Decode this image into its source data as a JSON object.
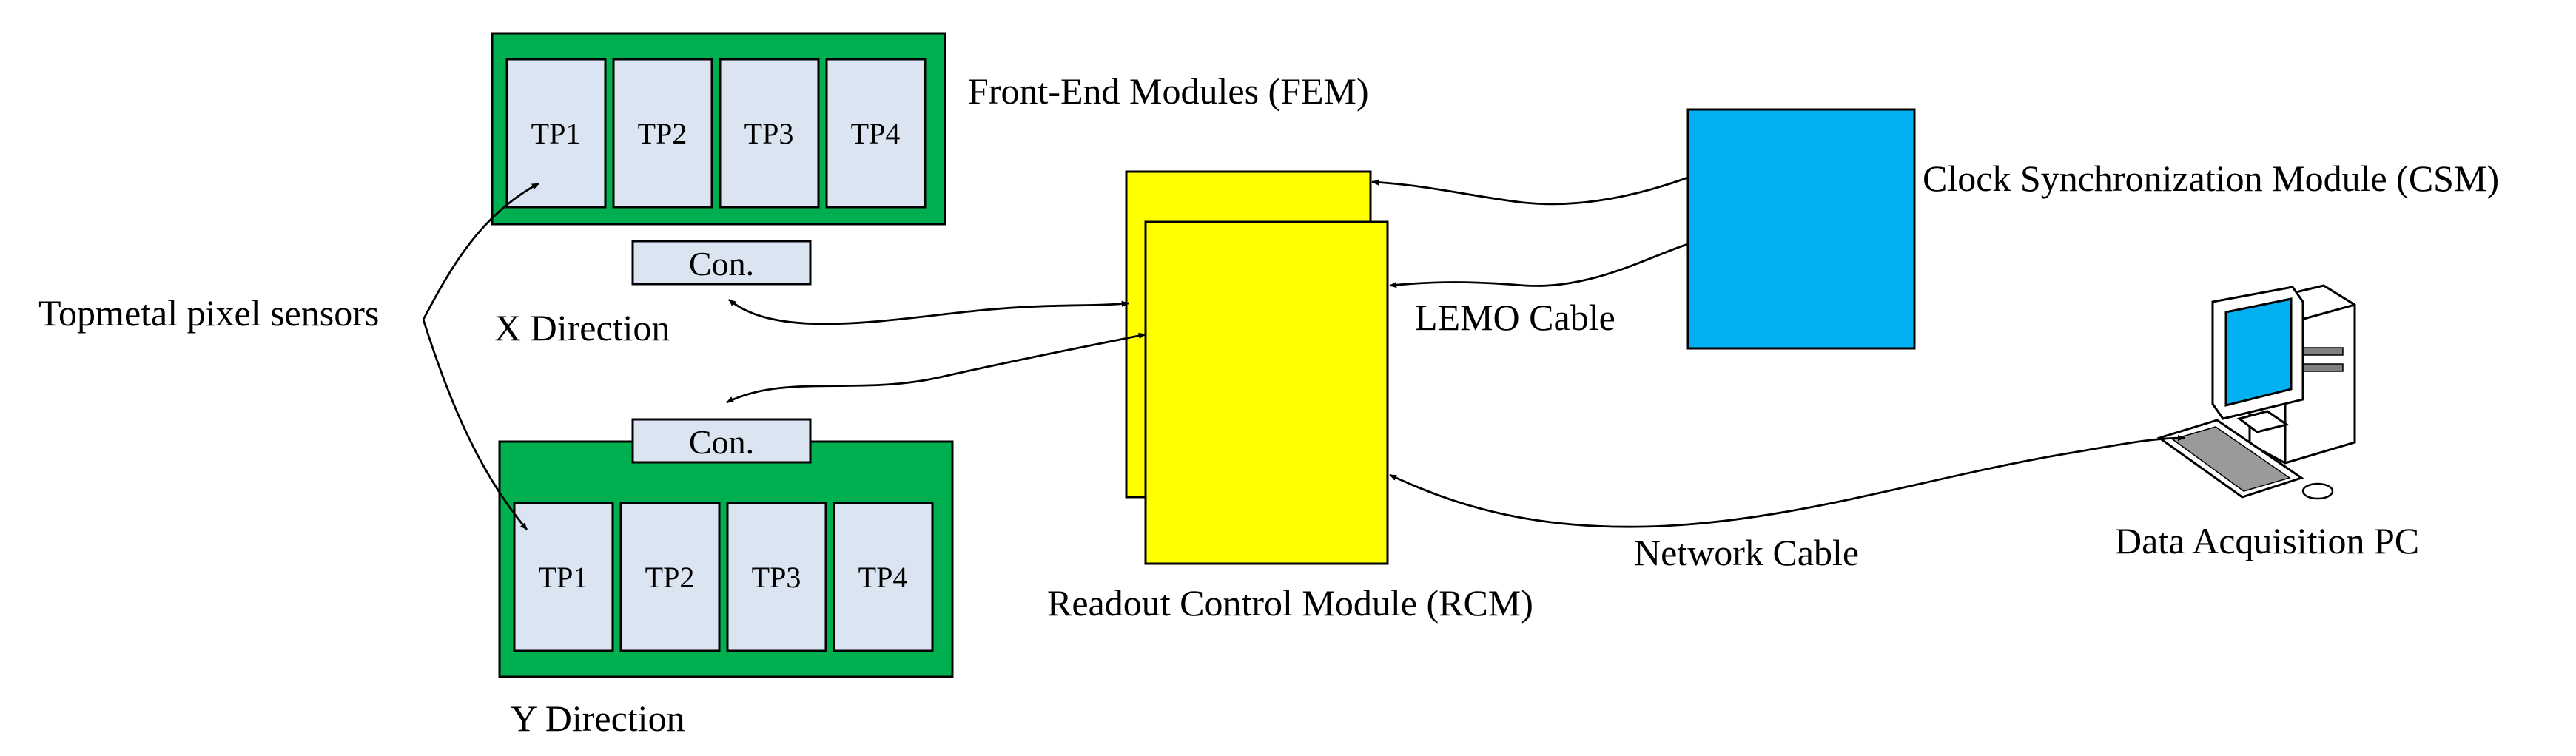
{
  "labels": {
    "fem": "Front-End Modules (FEM)",
    "x_direction": "X Direction",
    "y_direction": "Y Direction",
    "topmetal": "Topmetal pixel sensors",
    "rcm": "Readout Control Module (RCM)",
    "csm": "Clock Synchronization Module (CSM)",
    "lemo": "LEMO Cable",
    "network": "Network Cable",
    "pc": "Data Acquisition PC"
  },
  "fem_x": {
    "sensors": [
      "TP1",
      "TP2",
      "TP3",
      "TP4"
    ],
    "connector": "Con."
  },
  "fem_y": {
    "sensors": [
      "TP1",
      "TP2",
      "TP3",
      "TP4"
    ],
    "connector": "Con."
  },
  "colors": {
    "fem_board": "#00b050",
    "sensor": "#dbe5f1",
    "rcm": "#ffff00",
    "csm": "#00b0f0",
    "outline": "#000000"
  },
  "icons": {
    "pc": "desktop-computer-icon"
  }
}
